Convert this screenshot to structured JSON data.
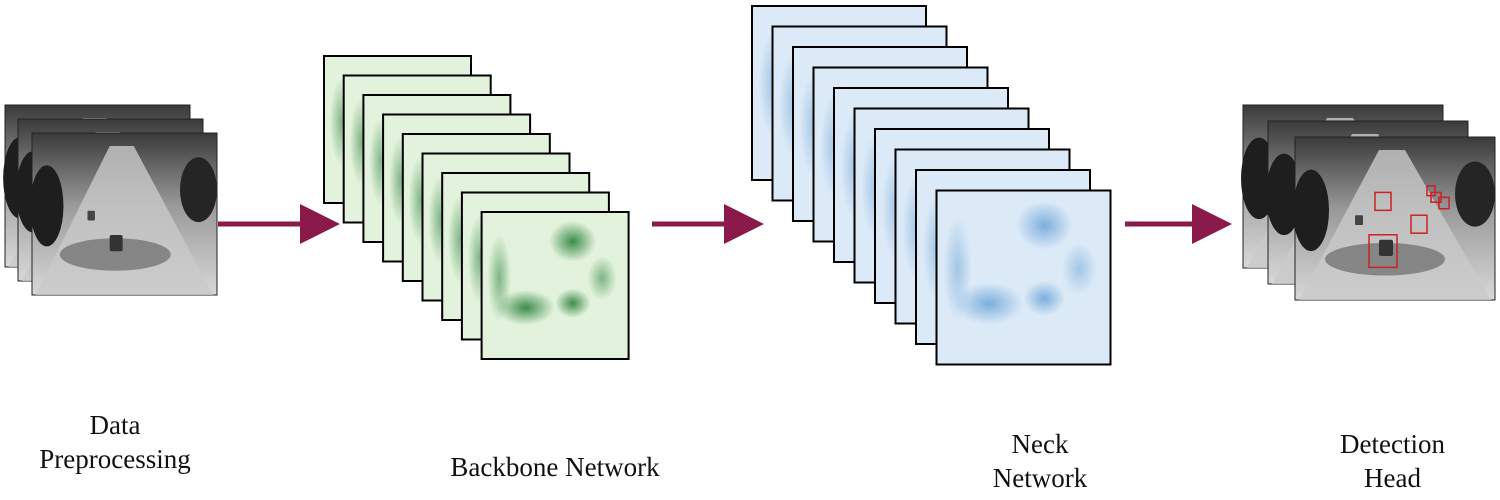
{
  "stages": [
    {
      "label_lines": [
        "Data",
        "Preprocessing"
      ]
    },
    {
      "label_lines": [
        "Backbone Network"
      ]
    },
    {
      "label_lines": [
        "Neck",
        "Network"
      ]
    },
    {
      "label_lines": [
        "Detection",
        "Head"
      ]
    }
  ],
  "colors": {
    "arrow": "#8b1a4b",
    "backbone_fill": "#e3f2dc",
    "backbone_accent": "#1f7a32",
    "neck_fill": "#dce9f6",
    "neck_accent": "#5b9bd5",
    "detection_box": "#cc2222"
  }
}
